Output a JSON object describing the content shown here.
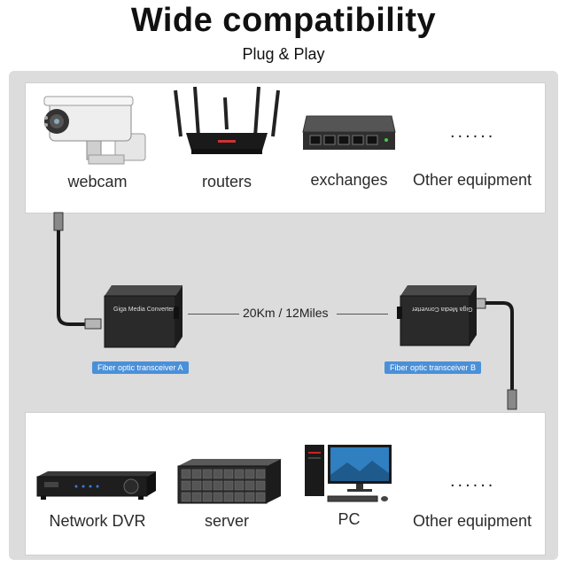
{
  "header": {
    "title": "Wide compatibility",
    "subtitle": "Plug & Play"
  },
  "top_devices": [
    {
      "label": "webcam",
      "icon": "webcam-icon"
    },
    {
      "label": "routers",
      "icon": "router-icon"
    },
    {
      "label": "exchanges",
      "icon": "switch-icon"
    },
    {
      "label": "Other equipment",
      "icon": "ellipsis-icon"
    }
  ],
  "bottom_devices": [
    {
      "label": "Network DVR",
      "icon": "dvr-icon"
    },
    {
      "label": "server",
      "icon": "server-icon"
    },
    {
      "label": "PC",
      "icon": "pc-icon"
    },
    {
      "label": "Other equipment",
      "icon": "ellipsis-icon"
    }
  ],
  "dots": "......",
  "link": {
    "distance": "20Km / 12Miles",
    "transceiver_a": "Fiber optic transceiver A",
    "transceiver_b": "Fiber optic transceiver B",
    "device_text_a": "Giga Media Converter",
    "device_text_b": "Giga Media Converter"
  },
  "colors": {
    "panel": "#dcdcdc",
    "label_badge": "#4a90d9",
    "device_body": "#2a2a2a",
    "cable": "#1a1a1a"
  }
}
